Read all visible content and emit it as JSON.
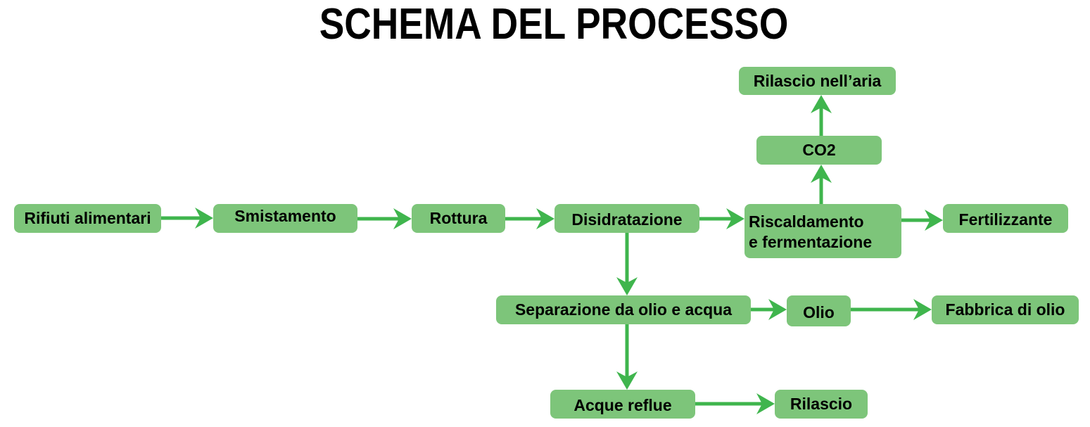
{
  "title": "SCHEMA DEL PROCESSO",
  "colors": {
    "node_fill": "#7dc57a",
    "arrow": "#3fb54d"
  },
  "nodes": {
    "rifiuti": "Rifiuti alimentari",
    "smistamento": "Smistamento",
    "rottura": "Rottura",
    "disidratazione": "Disidratazione",
    "riscaldamento_1": "Riscaldamento",
    "riscaldamento_2": "e fermentazione",
    "fertilizzante": "Fertilizzante",
    "co2": "CO2",
    "rilascio_aria": "Rilascio nell’aria",
    "separazione": "Separazione da olio e acqua",
    "olio": "Olio",
    "fabbrica": "Fabbrica di olio",
    "acque_reflue": "Acque reflue",
    "rilascio": "Rilascio"
  },
  "edges": [
    [
      "rifiuti",
      "smistamento"
    ],
    [
      "smistamento",
      "rottura"
    ],
    [
      "rottura",
      "disidratazione"
    ],
    [
      "disidratazione",
      "riscaldamento"
    ],
    [
      "riscaldamento",
      "fertilizzante"
    ],
    [
      "riscaldamento",
      "co2"
    ],
    [
      "co2",
      "rilascio_aria"
    ],
    [
      "disidratazione",
      "separazione"
    ],
    [
      "separazione",
      "olio"
    ],
    [
      "olio",
      "fabbrica"
    ],
    [
      "separazione",
      "acque_reflue"
    ],
    [
      "acque_reflue",
      "rilascio"
    ]
  ]
}
